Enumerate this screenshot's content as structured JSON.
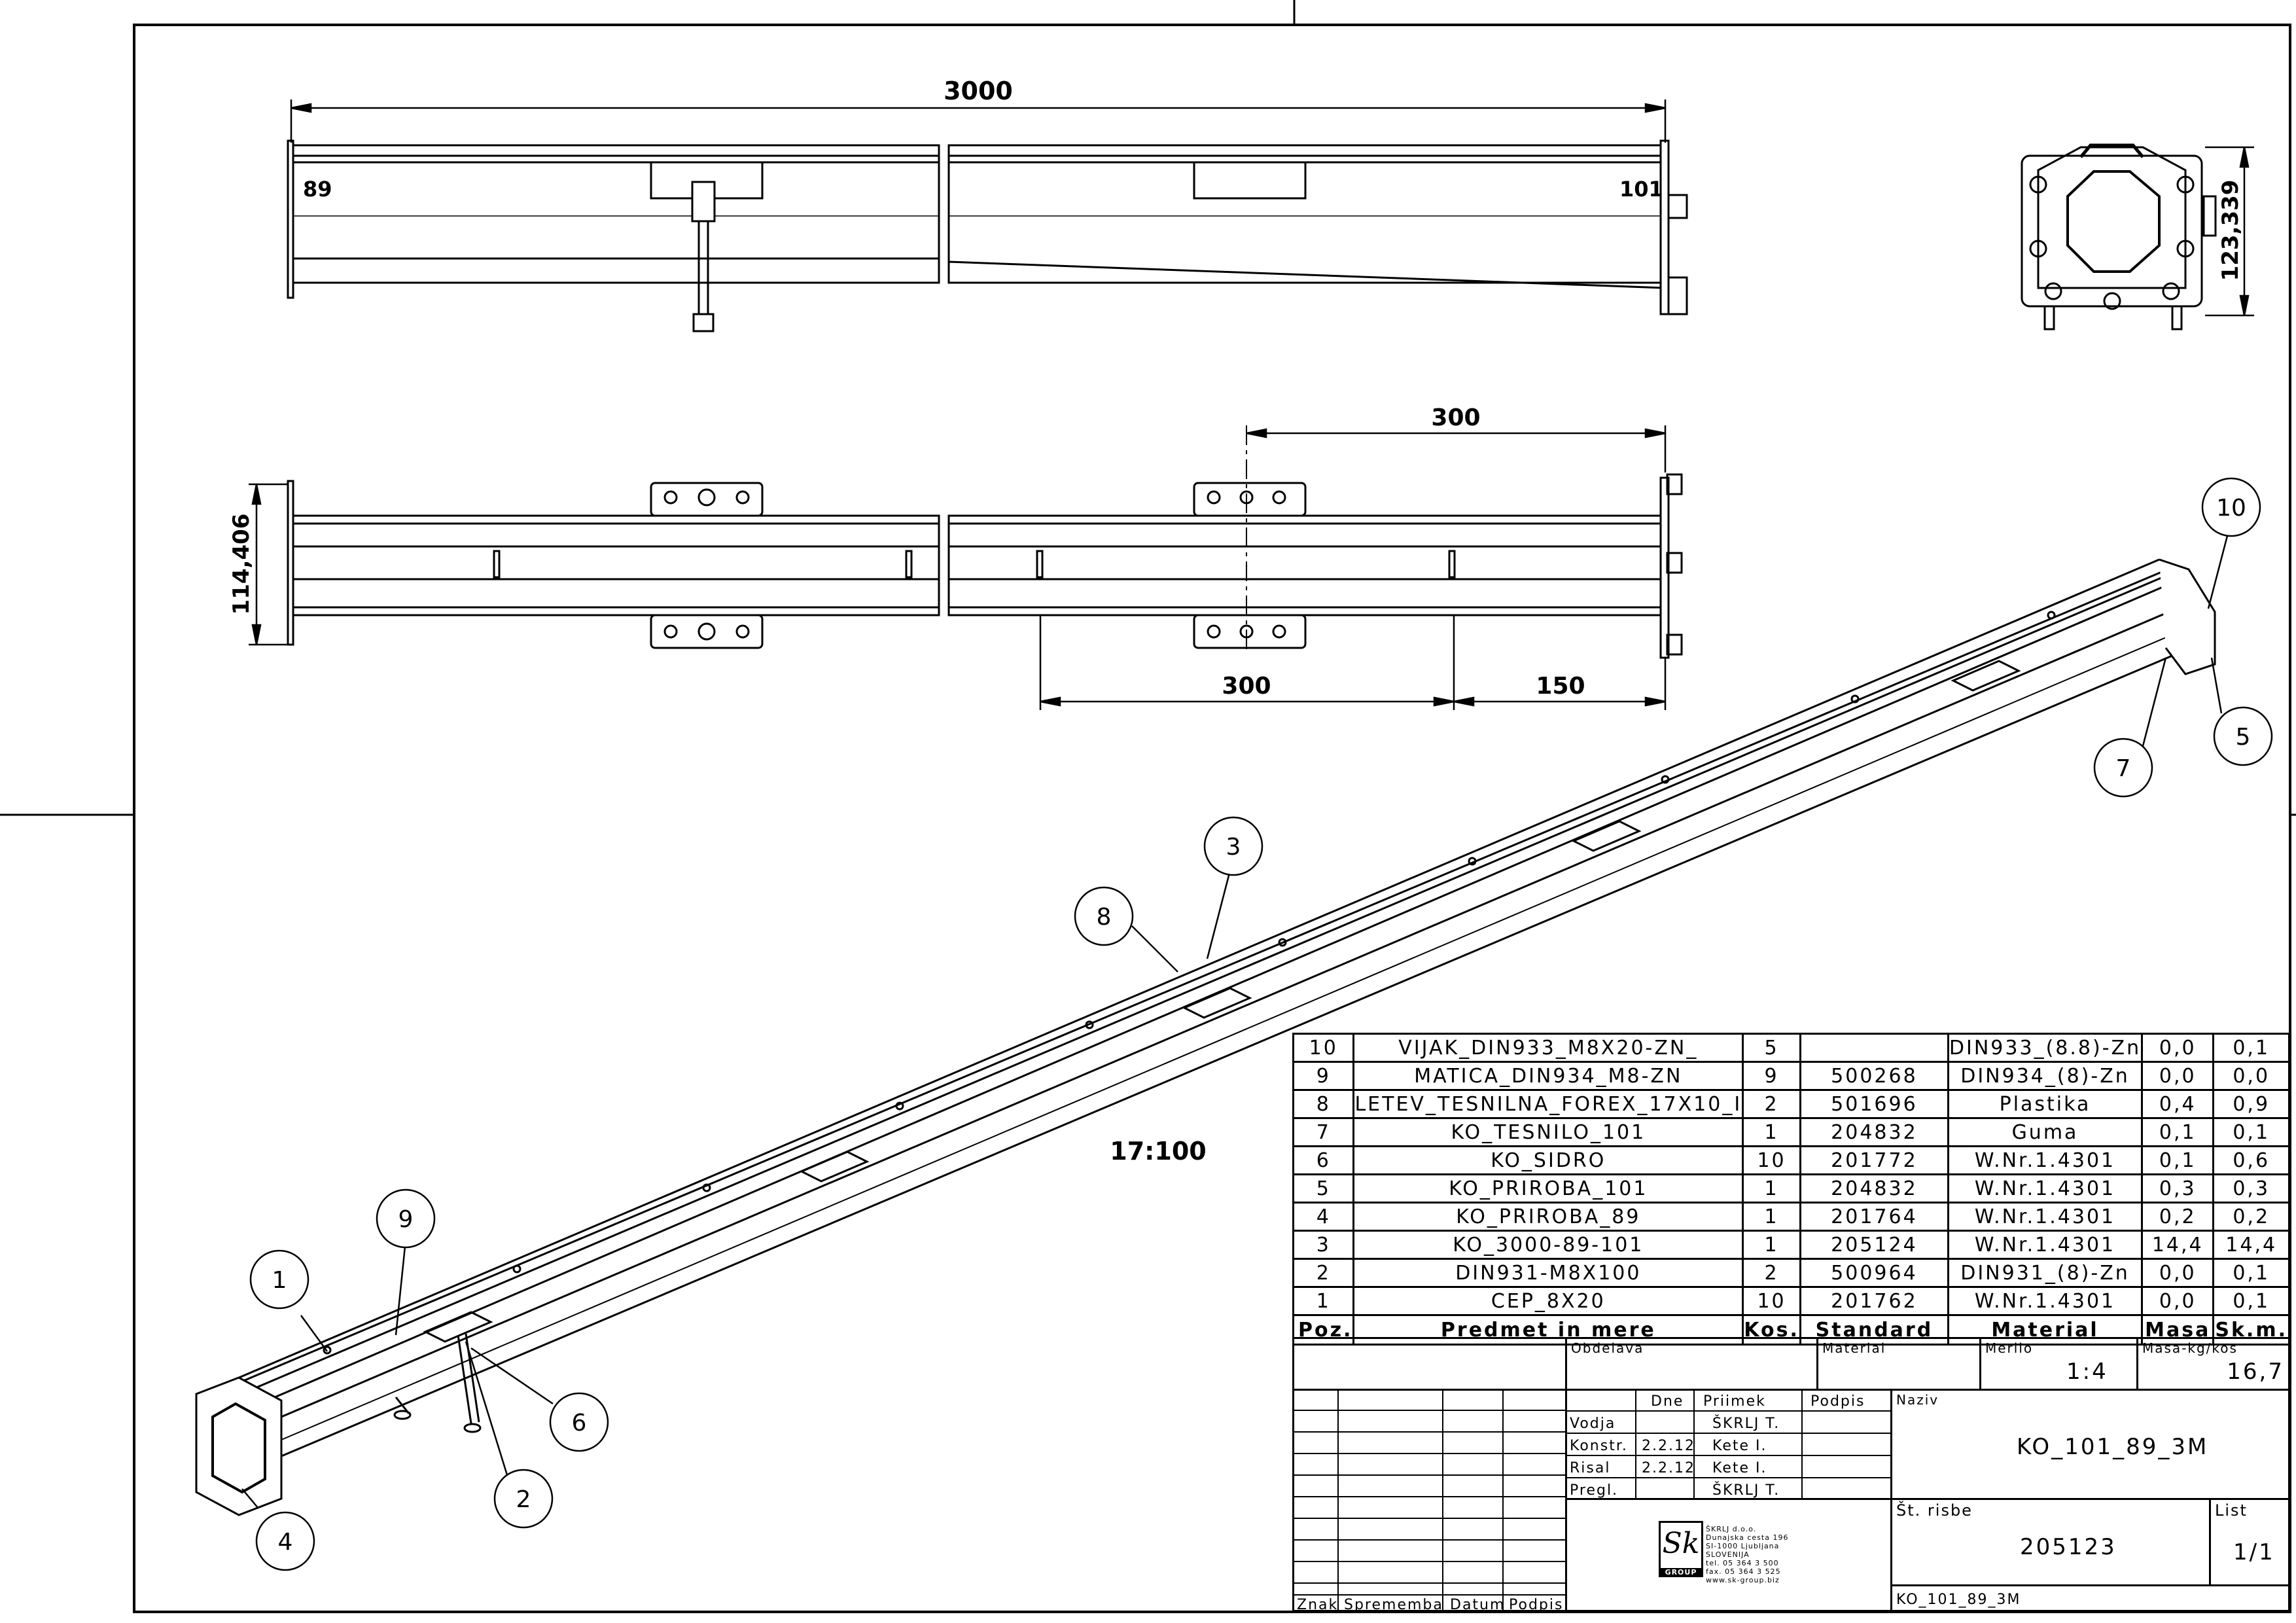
{
  "drawing": {
    "dimensions": {
      "overall_length": "3000",
      "height_end_view": "123,339",
      "height_top_view": "114,406",
      "spacing_a": "300",
      "spacing_b": "300",
      "end_offset": "150"
    },
    "end_marks": {
      "left": "89",
      "right": "101"
    },
    "scale_note": "17:100",
    "balloons": [
      "1",
      "2",
      "3",
      "4",
      "5",
      "6",
      "7",
      "8",
      "9",
      "10"
    ]
  },
  "parts_list": {
    "header": {
      "poz": "Poz.",
      "predmet": "Predmet in mere",
      "kos": "Kos.",
      "standard": "Standard",
      "material": "Material",
      "masa": "Masa",
      "skm": "Sk.m."
    },
    "rows": [
      {
        "poz": "10",
        "predmet": "VIJAK_DIN933_M8X20-ZN_",
        "kos": "5",
        "standard": "",
        "material": "DIN933_(8.8)-Zn",
        "masa": "0,0",
        "skm": "0,1"
      },
      {
        "poz": "9",
        "predmet": "MATICA_DIN934_M8-ZN",
        "kos": "9",
        "standard": "500268",
        "material": "DIN934_(8)-Zn",
        "masa": "0,0",
        "skm": "0,0"
      },
      {
        "poz": "8",
        "predmet": "LETEV_TESNILNA_FOREX_17X10_I",
        "kos": "2",
        "standard": "501696",
        "material": "Plastika",
        "masa": "0,4",
        "skm": "0,9"
      },
      {
        "poz": "7",
        "predmet": "KO_TESNILO_101",
        "kos": "1",
        "standard": "204832",
        "material": "Guma",
        "masa": "0,1",
        "skm": "0,1"
      },
      {
        "poz": "6",
        "predmet": "KO_SIDRO",
        "kos": "10",
        "standard": "201772",
        "material": "W.Nr.1.4301",
        "masa": "0,1",
        "skm": "0,6"
      },
      {
        "poz": "5",
        "predmet": "KO_PRIROBA_101",
        "kos": "1",
        "standard": "204832",
        "material": "W.Nr.1.4301",
        "masa": "0,3",
        "skm": "0,3"
      },
      {
        "poz": "4",
        "predmet": "KO_PRIROBA_89",
        "kos": "1",
        "standard": "201764",
        "material": "W.Nr.1.4301",
        "masa": "0,2",
        "skm": "0,2"
      },
      {
        "poz": "3",
        "predmet": "KO_3000-89-101",
        "kos": "1",
        "standard": "205124",
        "material": "W.Nr.1.4301",
        "masa": "14,4",
        "skm": "14,4"
      },
      {
        "poz": "2",
        "predmet": "DIN931-M8X100",
        "kos": "2",
        "standard": "500964",
        "material": "DIN931_(8)-Zn",
        "masa": "0,0",
        "skm": "0,1"
      },
      {
        "poz": "1",
        "predmet": "CEP_8X20",
        "kos": "10",
        "standard": "201762",
        "material": "W.Nr.1.4301",
        "masa": "0,0",
        "skm": "0,1"
      }
    ]
  },
  "title_block": {
    "obdelava_label": "Obdelava",
    "material_label": "Material",
    "merilo_label": "Merilo",
    "merilo_value": "1:4",
    "masa_label": "Masa-kg/kos",
    "masa_value": "16,7",
    "dne_label": "Dne",
    "priimek_label": "Priimek",
    "podpis_label": "Podpis",
    "naziv_label": "Naziv",
    "naziv_value": "KO_101_89_3M",
    "roles": [
      {
        "role": "Vodja",
        "date": "",
        "name": "ŠKRLJ T."
      },
      {
        "role": "Konstr.",
        "date": "2.2.12",
        "name": "Kete I."
      },
      {
        "role": "Risal",
        "date": "2.2.12",
        "name": "Kete I."
      },
      {
        "role": "Pregl.",
        "date": "",
        "name": "ŠKRLJ T."
      }
    ],
    "st_risbe_label": "Št. risbe",
    "st_risbe_value": "205123",
    "list_label": "List",
    "list_value": "1/1",
    "file_name": "KO_101_89_3M",
    "revision_headers": {
      "znak": "Znak",
      "sprememba": "Sprememba",
      "datum": "Datum",
      "podpis": "Podpis"
    },
    "company": {
      "logo_text": "Sk",
      "logo_sub": "GROUP",
      "lines": [
        "ŠKRLJ d.o.o.",
        "Dunajska cesta 196",
        "SI-1000 Ljubljana",
        "SLOVENIJA",
        "tel. 05 364 3 500",
        "fax. 05 364 3 525",
        "www.sk-group.biz"
      ]
    }
  }
}
